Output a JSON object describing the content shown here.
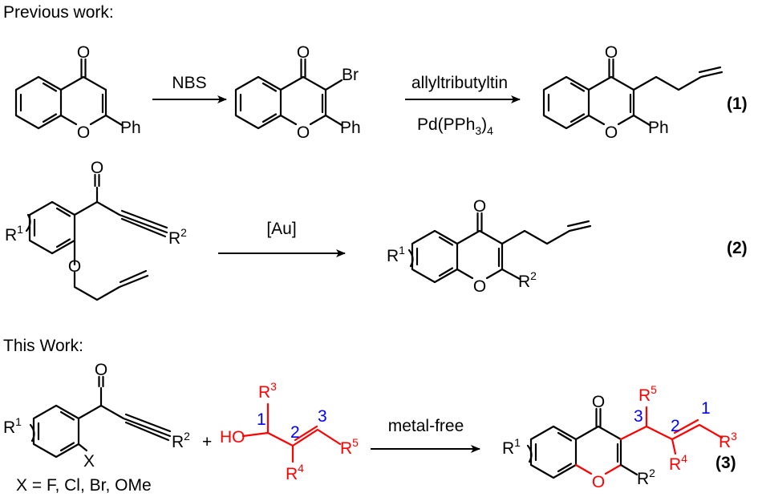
{
  "colors": {
    "new_fragment": "#ff0000",
    "position_numbers": "#0000ff",
    "ink": "#000000"
  },
  "headings": {
    "previous": "Previous work:",
    "this_work": "This Work:"
  },
  "reagents": {
    "nbs": "NBS",
    "allyl": "allyltributyltin",
    "pd_a": "Pd(PPh",
    "pd_sub3": "3",
    "pd_b": ")",
    "pd_sub4": "4",
    "au": "[Au]",
    "metal_free": "metal-free"
  },
  "equation_numbers": {
    "eq1": "(1)",
    "eq2": "(2)",
    "eq3": "(3)"
  },
  "atoms": {
    "O": "O",
    "Ph": "Ph",
    "Br": "Br",
    "HO": "HO",
    "X": "X",
    "R": "R",
    "plus": "+"
  },
  "superscripts": {
    "r1": "1",
    "r2": "2",
    "r3": "3",
    "r4": "4",
    "r5": "5"
  },
  "positions": {
    "p1": "1",
    "p2": "2",
    "p3": "3"
  },
  "x_definition": "X = F, Cl, Br, OMe"
}
